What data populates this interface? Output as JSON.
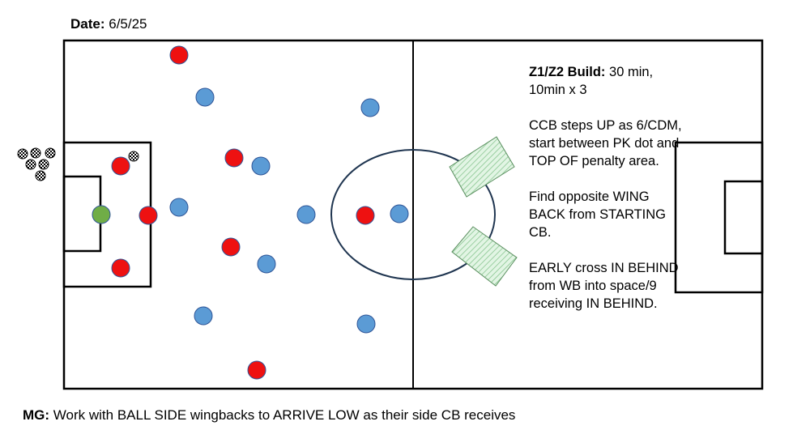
{
  "header": {
    "date_label": "Date:",
    "date_value": "6/5/25"
  },
  "notes": {
    "build_label": "Z1/Z2 Build:",
    "build_value": "30 min, 10min x 3",
    "ccb": "CCB steps UP as 6/CDM, start between PK dot and TOP OF penalty area.",
    "find": "Find opposite WING BACK from STARTING CB.",
    "early": "EARLY cross IN BEHIND from WB into space/9 receiving IN BEHIND."
  },
  "footer": {
    "mg_label": "MG:",
    "mg_text": "Work with BALL SIDE wingbacks to ARRIVE LOW as their side CB receives"
  },
  "colors": {
    "red_team": "#ee1111",
    "blue_team": "#5b9bd5",
    "keeper": "#70ad47",
    "zone": "#c6efce"
  }
}
